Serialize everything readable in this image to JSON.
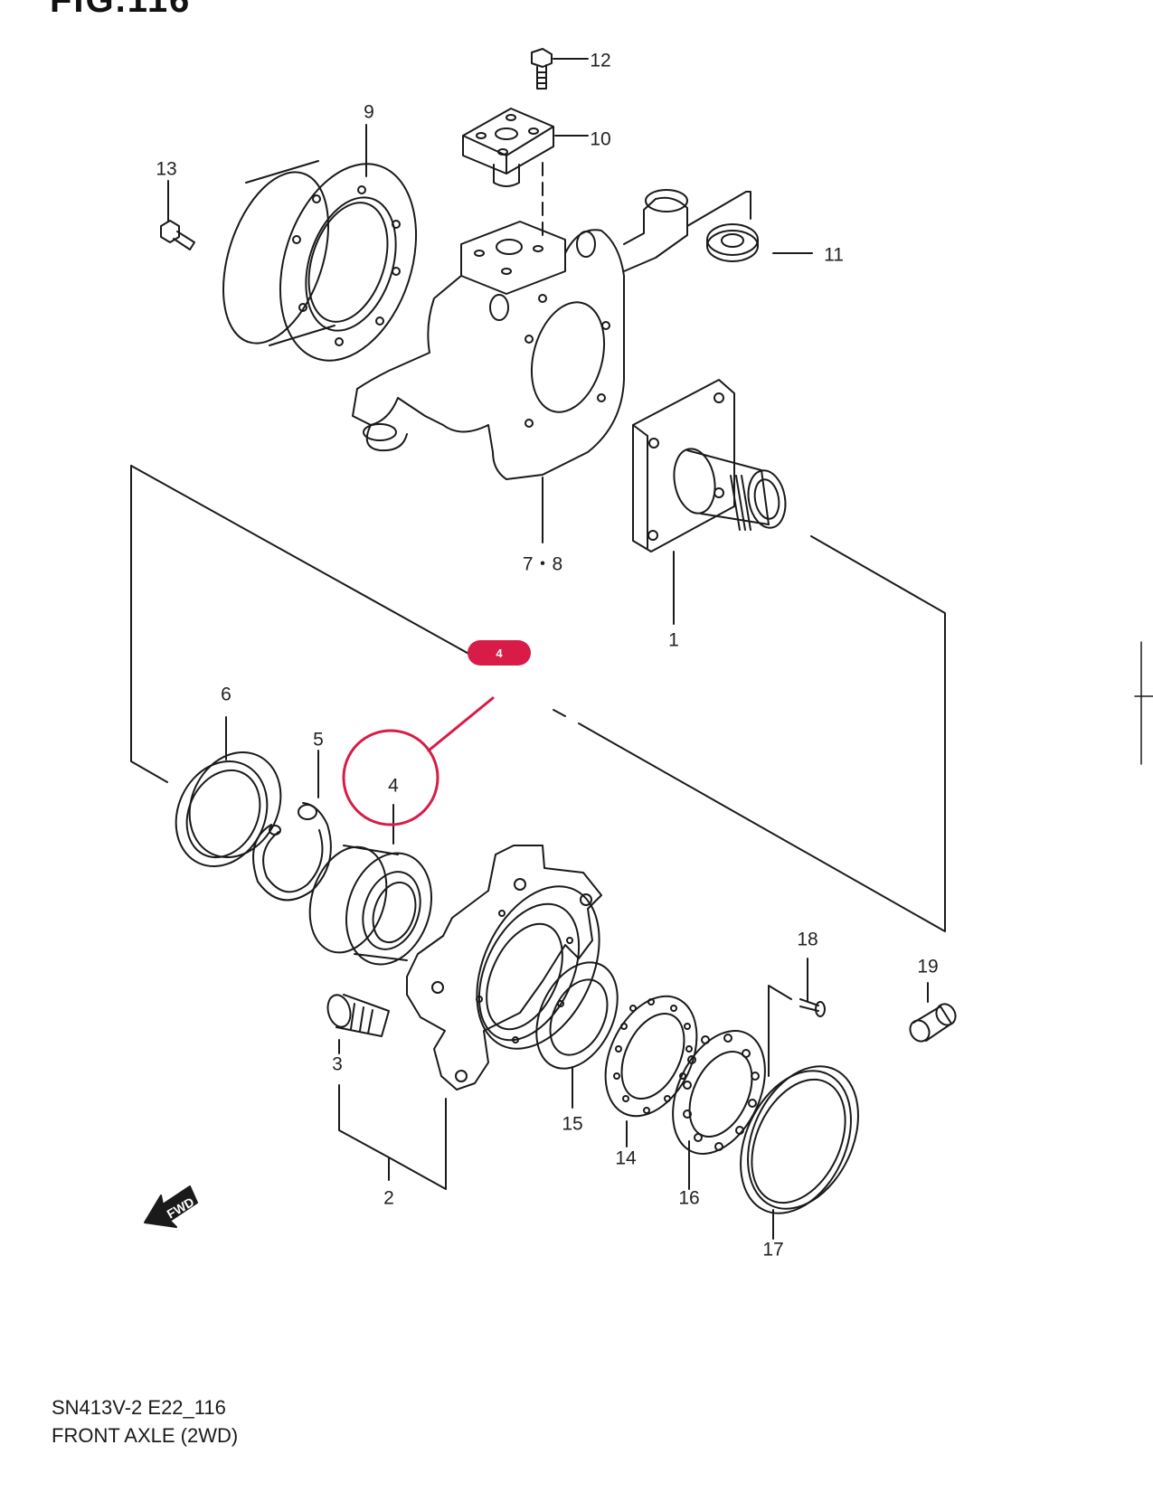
{
  "figure_title": "FIG.116",
  "footer": {
    "model_code": "SN413V-2 E22_116",
    "section_title": "FRONT AXLE (2WD)"
  },
  "highlight": {
    "part_number": "4",
    "badge_label": "4",
    "accent_color": "#d81b47"
  },
  "fwd_arrow_label": "FWD",
  "callouts": {
    "p1": "1",
    "p2": "2",
    "p3": "3",
    "p4": "4",
    "p5": "5",
    "p6": "6",
    "p78": "7・8",
    "p9": "9",
    "p10": "10",
    "p11": "11",
    "p12": "12",
    "p13": "13",
    "p14": "14",
    "p15": "15",
    "p16": "16",
    "p17": "17",
    "p18": "18",
    "p19": "19"
  }
}
